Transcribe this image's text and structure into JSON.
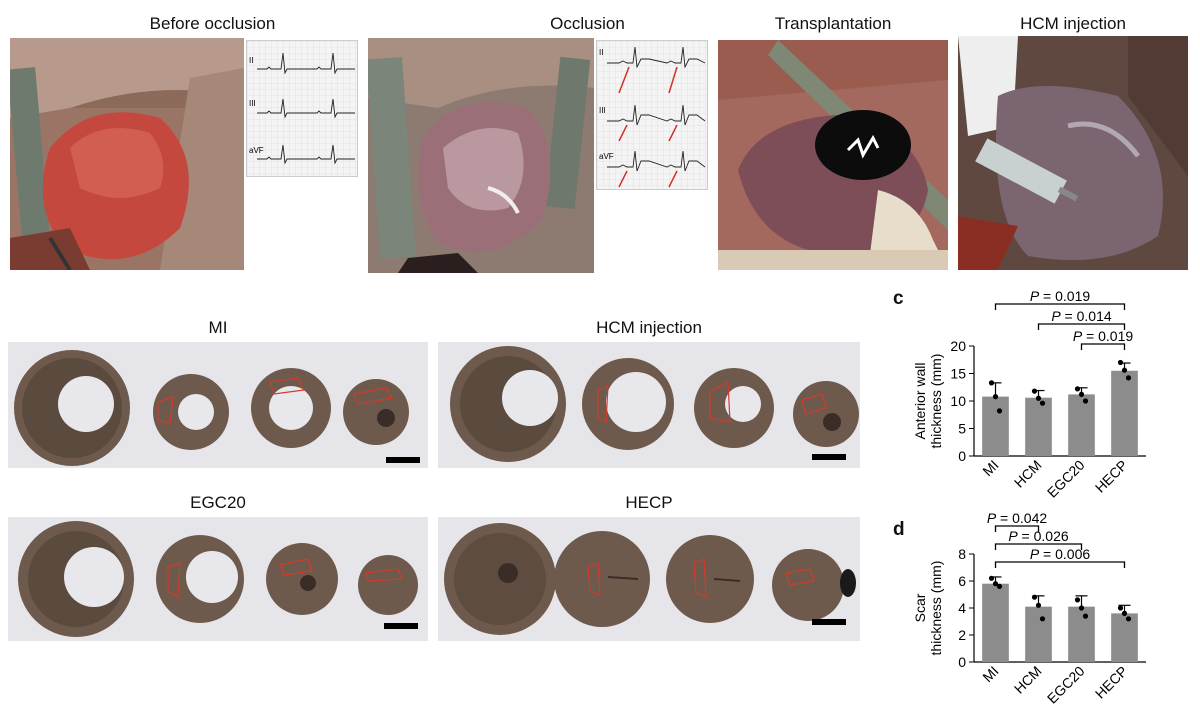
{
  "top_panels": [
    {
      "title": "Before occlusion",
      "ecg_leads": [
        "II",
        "III",
        "aVF"
      ]
    },
    {
      "title": "Occlusion",
      "ecg_leads": [
        "II",
        "III",
        "aVF"
      ]
    },
    {
      "title": "Transplantation"
    },
    {
      "title": "HCM injection"
    }
  ],
  "slice_panels": [
    {
      "title": "MI"
    },
    {
      "title": "HCM injection"
    },
    {
      "title": "EGC20"
    },
    {
      "title": "HECP"
    }
  ],
  "colors": {
    "bar": "#8c8c8c",
    "bracket": "#000000",
    "scar_outline": "#d23a2a"
  },
  "chart_data": [
    {
      "panel": "c",
      "type": "bar",
      "categories": [
        "MI",
        "HCM",
        "EGC20",
        "HECP"
      ],
      "values": [
        10.8,
        10.6,
        11.2,
        15.5
      ],
      "errors": [
        2.5,
        1.3,
        1.2,
        1.4
      ],
      "points": [
        [
          13.3,
          10.8,
          8.2
        ],
        [
          11.8,
          10.5,
          9.6
        ],
        [
          12.2,
          11.2,
          10.0
        ],
        [
          17.0,
          15.6,
          14.2
        ]
      ],
      "ylabel": "Anterior wall thickness (mm)",
      "ylabel_lines": [
        "Anterior wall",
        "thickness (mm)"
      ],
      "ylim": [
        0,
        20
      ],
      "yticks": [
        "0",
        "5",
        "10",
        "15",
        "20"
      ],
      "comparisons": [
        {
          "from": 0,
          "to": 3,
          "p_label": "P",
          "p_value": " = 0.019"
        },
        {
          "from": 1,
          "to": 3,
          "p_label": "P",
          "p_value": " = 0.014"
        },
        {
          "from": 2,
          "to": 3,
          "p_label": "P",
          "p_value": " = 0.019"
        }
      ]
    },
    {
      "panel": "d",
      "type": "bar",
      "categories": [
        "MI",
        "HCM",
        "EGC20",
        "HECP"
      ],
      "values": [
        5.8,
        4.1,
        4.1,
        3.6
      ],
      "errors": [
        0.5,
        0.8,
        0.8,
        0.6
      ],
      "points": [
        [
          6.2,
          5.8,
          5.6
        ],
        [
          4.8,
          4.2,
          3.2
        ],
        [
          4.6,
          4.0,
          3.4
        ],
        [
          4.0,
          3.6,
          3.2
        ]
      ],
      "ylabel": "Scar thickness (mm)",
      "ylabel_lines": [
        "Scar",
        "thickness (mm)"
      ],
      "ylim": [
        0,
        8
      ],
      "yticks": [
        "0",
        "2",
        "4",
        "6",
        "8"
      ],
      "comparisons": [
        {
          "from": 0,
          "to": 1,
          "p_label": "P",
          "p_value": " = 0.042"
        },
        {
          "from": 0,
          "to": 2,
          "p_label": "P",
          "p_value": " = 0.026"
        },
        {
          "from": 0,
          "to": 3,
          "p_label": "P",
          "p_value": " = 0.006"
        }
      ]
    }
  ],
  "panel_letters": [
    "c",
    "d"
  ]
}
